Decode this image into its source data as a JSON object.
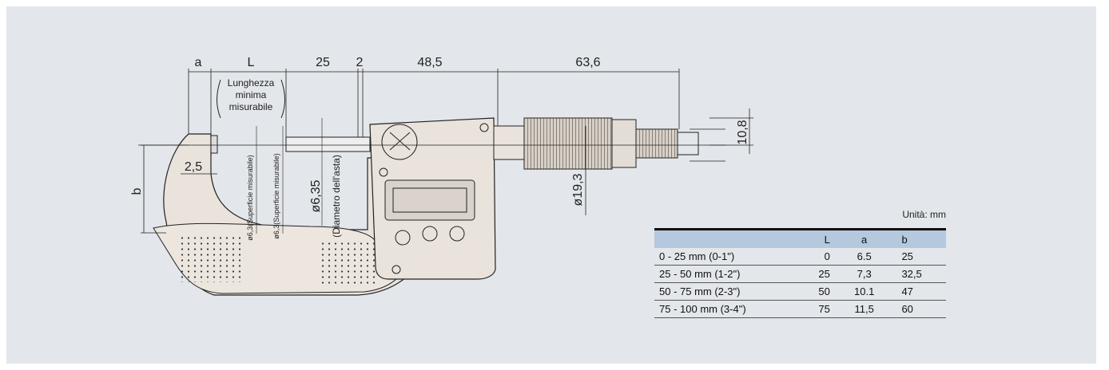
{
  "dimensions": {
    "a": "a",
    "L": "L",
    "d25": "25",
    "d2": "2",
    "d48": "48,5",
    "d63": "63,6",
    "d108": "10,8",
    "d25b": "2,5",
    "b": "b",
    "d635": "ø6,35",
    "d193": "ø19,3"
  },
  "annotations": {
    "min_length_1": "Lunghezza",
    "min_length_2": "minima",
    "min_length_3": "misurabile",
    "anvil_face": "ø6,3(Superficie misurabile)",
    "spindle_face": "ø6,3(Superficie misurabile)",
    "spindle_diam": "(Diametro dell'asta)"
  },
  "table": {
    "unit": "Unità: mm",
    "headers": [
      "",
      "L",
      "a",
      "b"
    ],
    "rows": [
      [
        "0 - 25 mm (0-1\")",
        "0",
        "6.5",
        "25"
      ],
      [
        "25 - 50 mm (1-2\")",
        "25",
        "7,3",
        "32,5"
      ],
      [
        "50 - 75 mm (2-3\")",
        "50",
        "10.1",
        "47"
      ],
      [
        "75 - 100 mm (3-4\")",
        "75",
        "11,5",
        "60"
      ]
    ]
  },
  "colors": {
    "panel": "#e3e6ea",
    "body": "#e9e3dc",
    "header": "#b4c8de"
  }
}
